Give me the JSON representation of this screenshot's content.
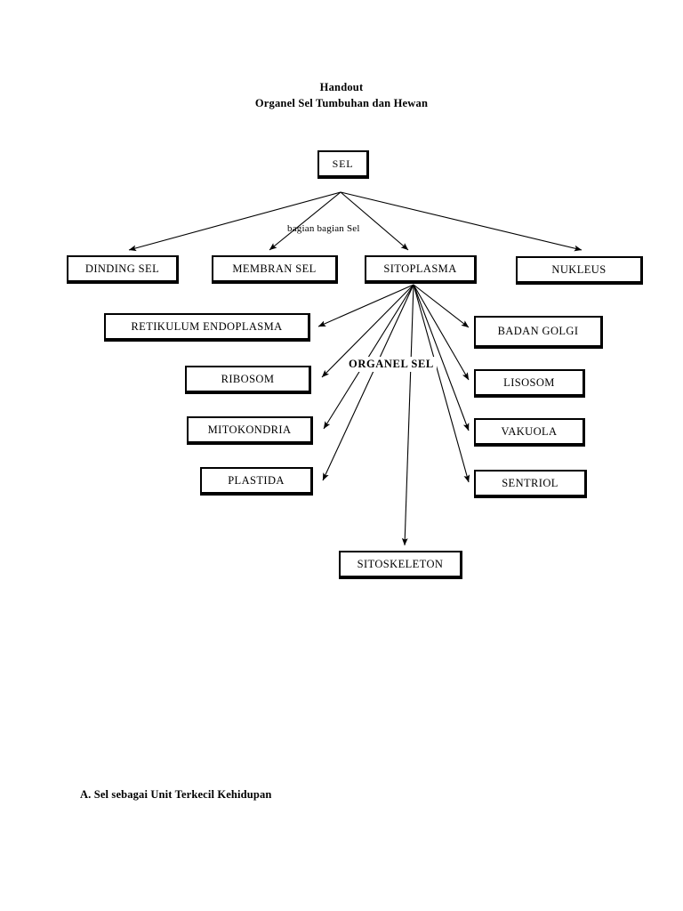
{
  "document": {
    "title_line_1": "Handout",
    "title_line_2": "Organel Sel Tumbuhan dan Hewan",
    "footer_heading": "A. Sel sebagai Unit Terkecil Kehidupan",
    "background_color": "#ffffff",
    "ink_color": "#000000"
  },
  "diagram": {
    "root": {
      "label": "SEL"
    },
    "edge_label_top": "bagian bagian Sel",
    "center_label": "ORGANEL SEL",
    "level_1": [
      {
        "label": "DINDING SEL"
      },
      {
        "label": "MEMBRAN SEL"
      },
      {
        "label": "SITOPLASMA"
      },
      {
        "label": "NUKLEUS"
      }
    ],
    "organelles_left": [
      {
        "label": "RETIKULUM ENDOPLASMA"
      },
      {
        "label": "RIBOSOM"
      },
      {
        "label": "MITOKONDRIA"
      },
      {
        "label": "PLASTIDA"
      }
    ],
    "organelles_right": [
      {
        "label": "BADAN GOLGI"
      },
      {
        "label": "LISOSOM"
      },
      {
        "label": "VAKUOLA"
      },
      {
        "label": "SENTRIOL"
      }
    ],
    "organelles_bottom": [
      {
        "label": "SITOSKELETON"
      }
    ]
  }
}
